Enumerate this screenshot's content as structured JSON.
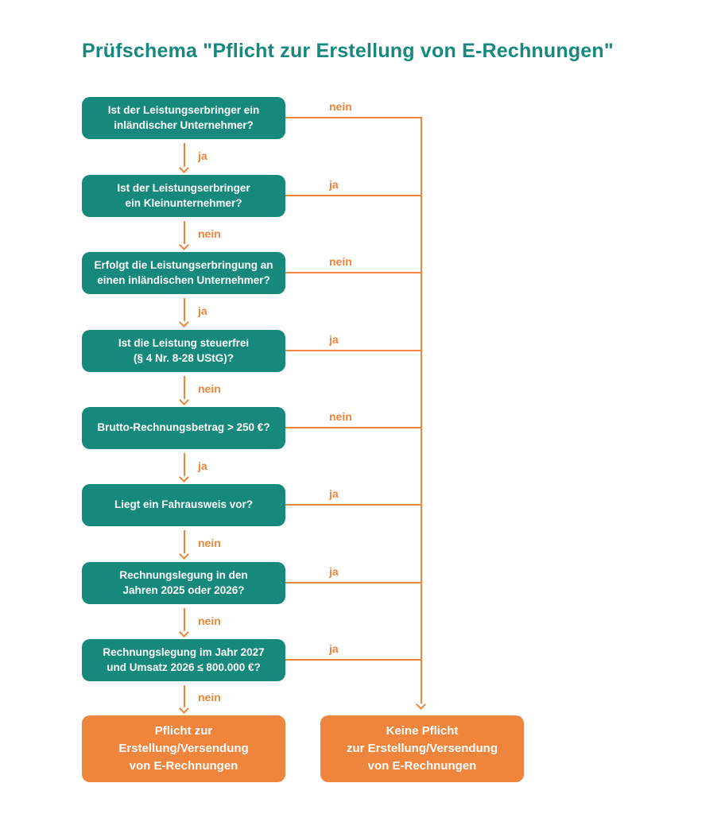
{
  "title": "Prüfschema \"Pflicht zur Erstellung von E-Rechnungen\"",
  "colors": {
    "teal": "#17897C",
    "orange": "#EF843D",
    "background": "#ffffff"
  },
  "flow": {
    "steps": [
      {
        "line1": "Ist der Leistungserbringer ein",
        "line2": "inländischer Unternehmer?",
        "branch_label": "nein",
        "down_label": "ja"
      },
      {
        "line1": "Ist der Leistungserbringer",
        "line2": "ein Kleinunternehmer?",
        "branch_label": "ja",
        "down_label": "nein"
      },
      {
        "line1": "Erfolgt die Leistungserbringung an",
        "line2": "einen inländischen Unternehmer?",
        "branch_label": "nein",
        "down_label": "ja"
      },
      {
        "line1": "Ist die Leistung steuerfrei",
        "line2": "(§ 4 Nr. 8-28 UStG)?",
        "branch_label": "ja",
        "down_label": "nein"
      },
      {
        "line1": "Brutto-Rechnungsbetrag > 250 €?",
        "line2": "",
        "branch_label": "nein",
        "down_label": "ja"
      },
      {
        "line1": "Liegt ein Fahrausweis vor?",
        "line2": "",
        "branch_label": "ja",
        "down_label": "nein"
      },
      {
        "line1": "Rechnungslegung in den",
        "line2": "Jahren 2025 oder 2026?",
        "branch_label": "ja",
        "down_label": "nein"
      },
      {
        "line1": "Rechnungslegung im Jahr 2027",
        "line2": "und Umsatz 2026 ≤ 800.000 €?",
        "branch_label": "ja",
        "down_label": "nein"
      }
    ],
    "results": {
      "left": {
        "line1": "Pflicht zur",
        "line2": "Erstellung/Versendung",
        "line3": "von E-Rechnungen"
      },
      "right": {
        "line1": "Keine Pflicht",
        "line2": "zur Erstellung/Versendung",
        "line3": "von E-Rechnungen"
      }
    }
  }
}
